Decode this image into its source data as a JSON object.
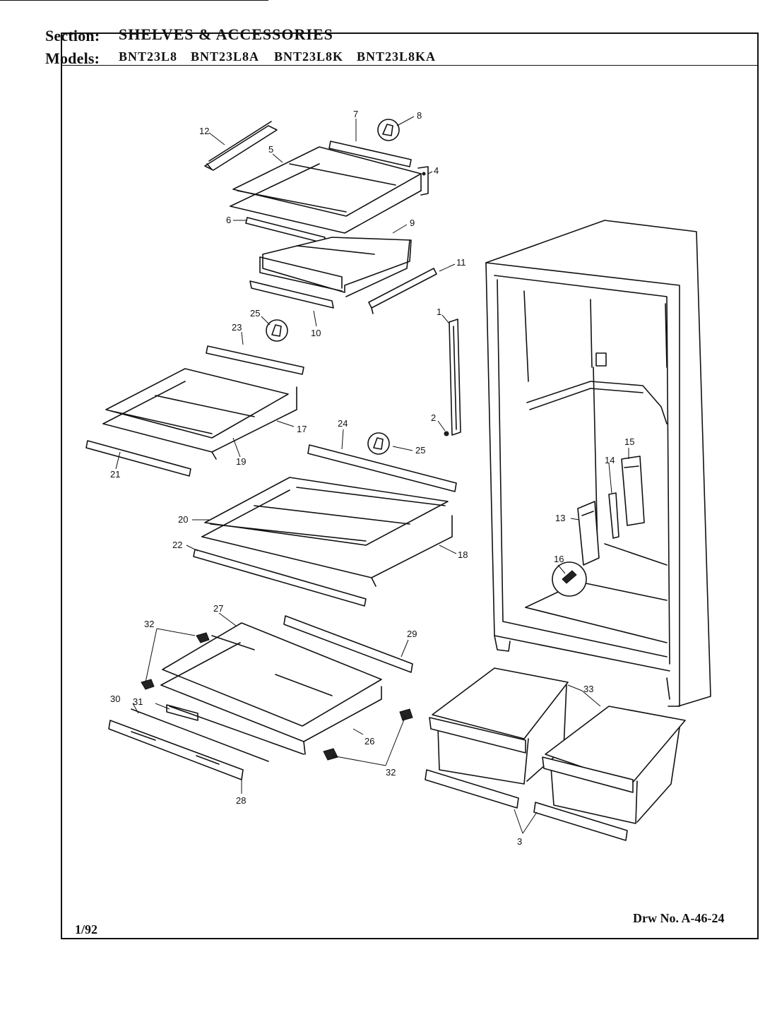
{
  "header": {
    "section_label": "Section:",
    "section_value": "SHELVES & ACCESSORIES",
    "models_label": "Models:",
    "models": [
      "BNT23L8",
      "BNT23L8A",
      "BNT23L8K",
      "BNT23L8KA"
    ]
  },
  "footer": {
    "date": "1/92",
    "drawing_number": "Drw No. A-46-24"
  },
  "callouts": [
    "1",
    "2",
    "3",
    "4",
    "5",
    "6",
    "7",
    "8",
    "9",
    "10",
    "11",
    "12",
    "13",
    "14",
    "15",
    "16",
    "17",
    "18",
    "19",
    "20",
    "21",
    "22",
    "23",
    "24",
    "25",
    "26",
    "27",
    "28",
    "29",
    "30",
    "31",
    "32",
    "33"
  ]
}
